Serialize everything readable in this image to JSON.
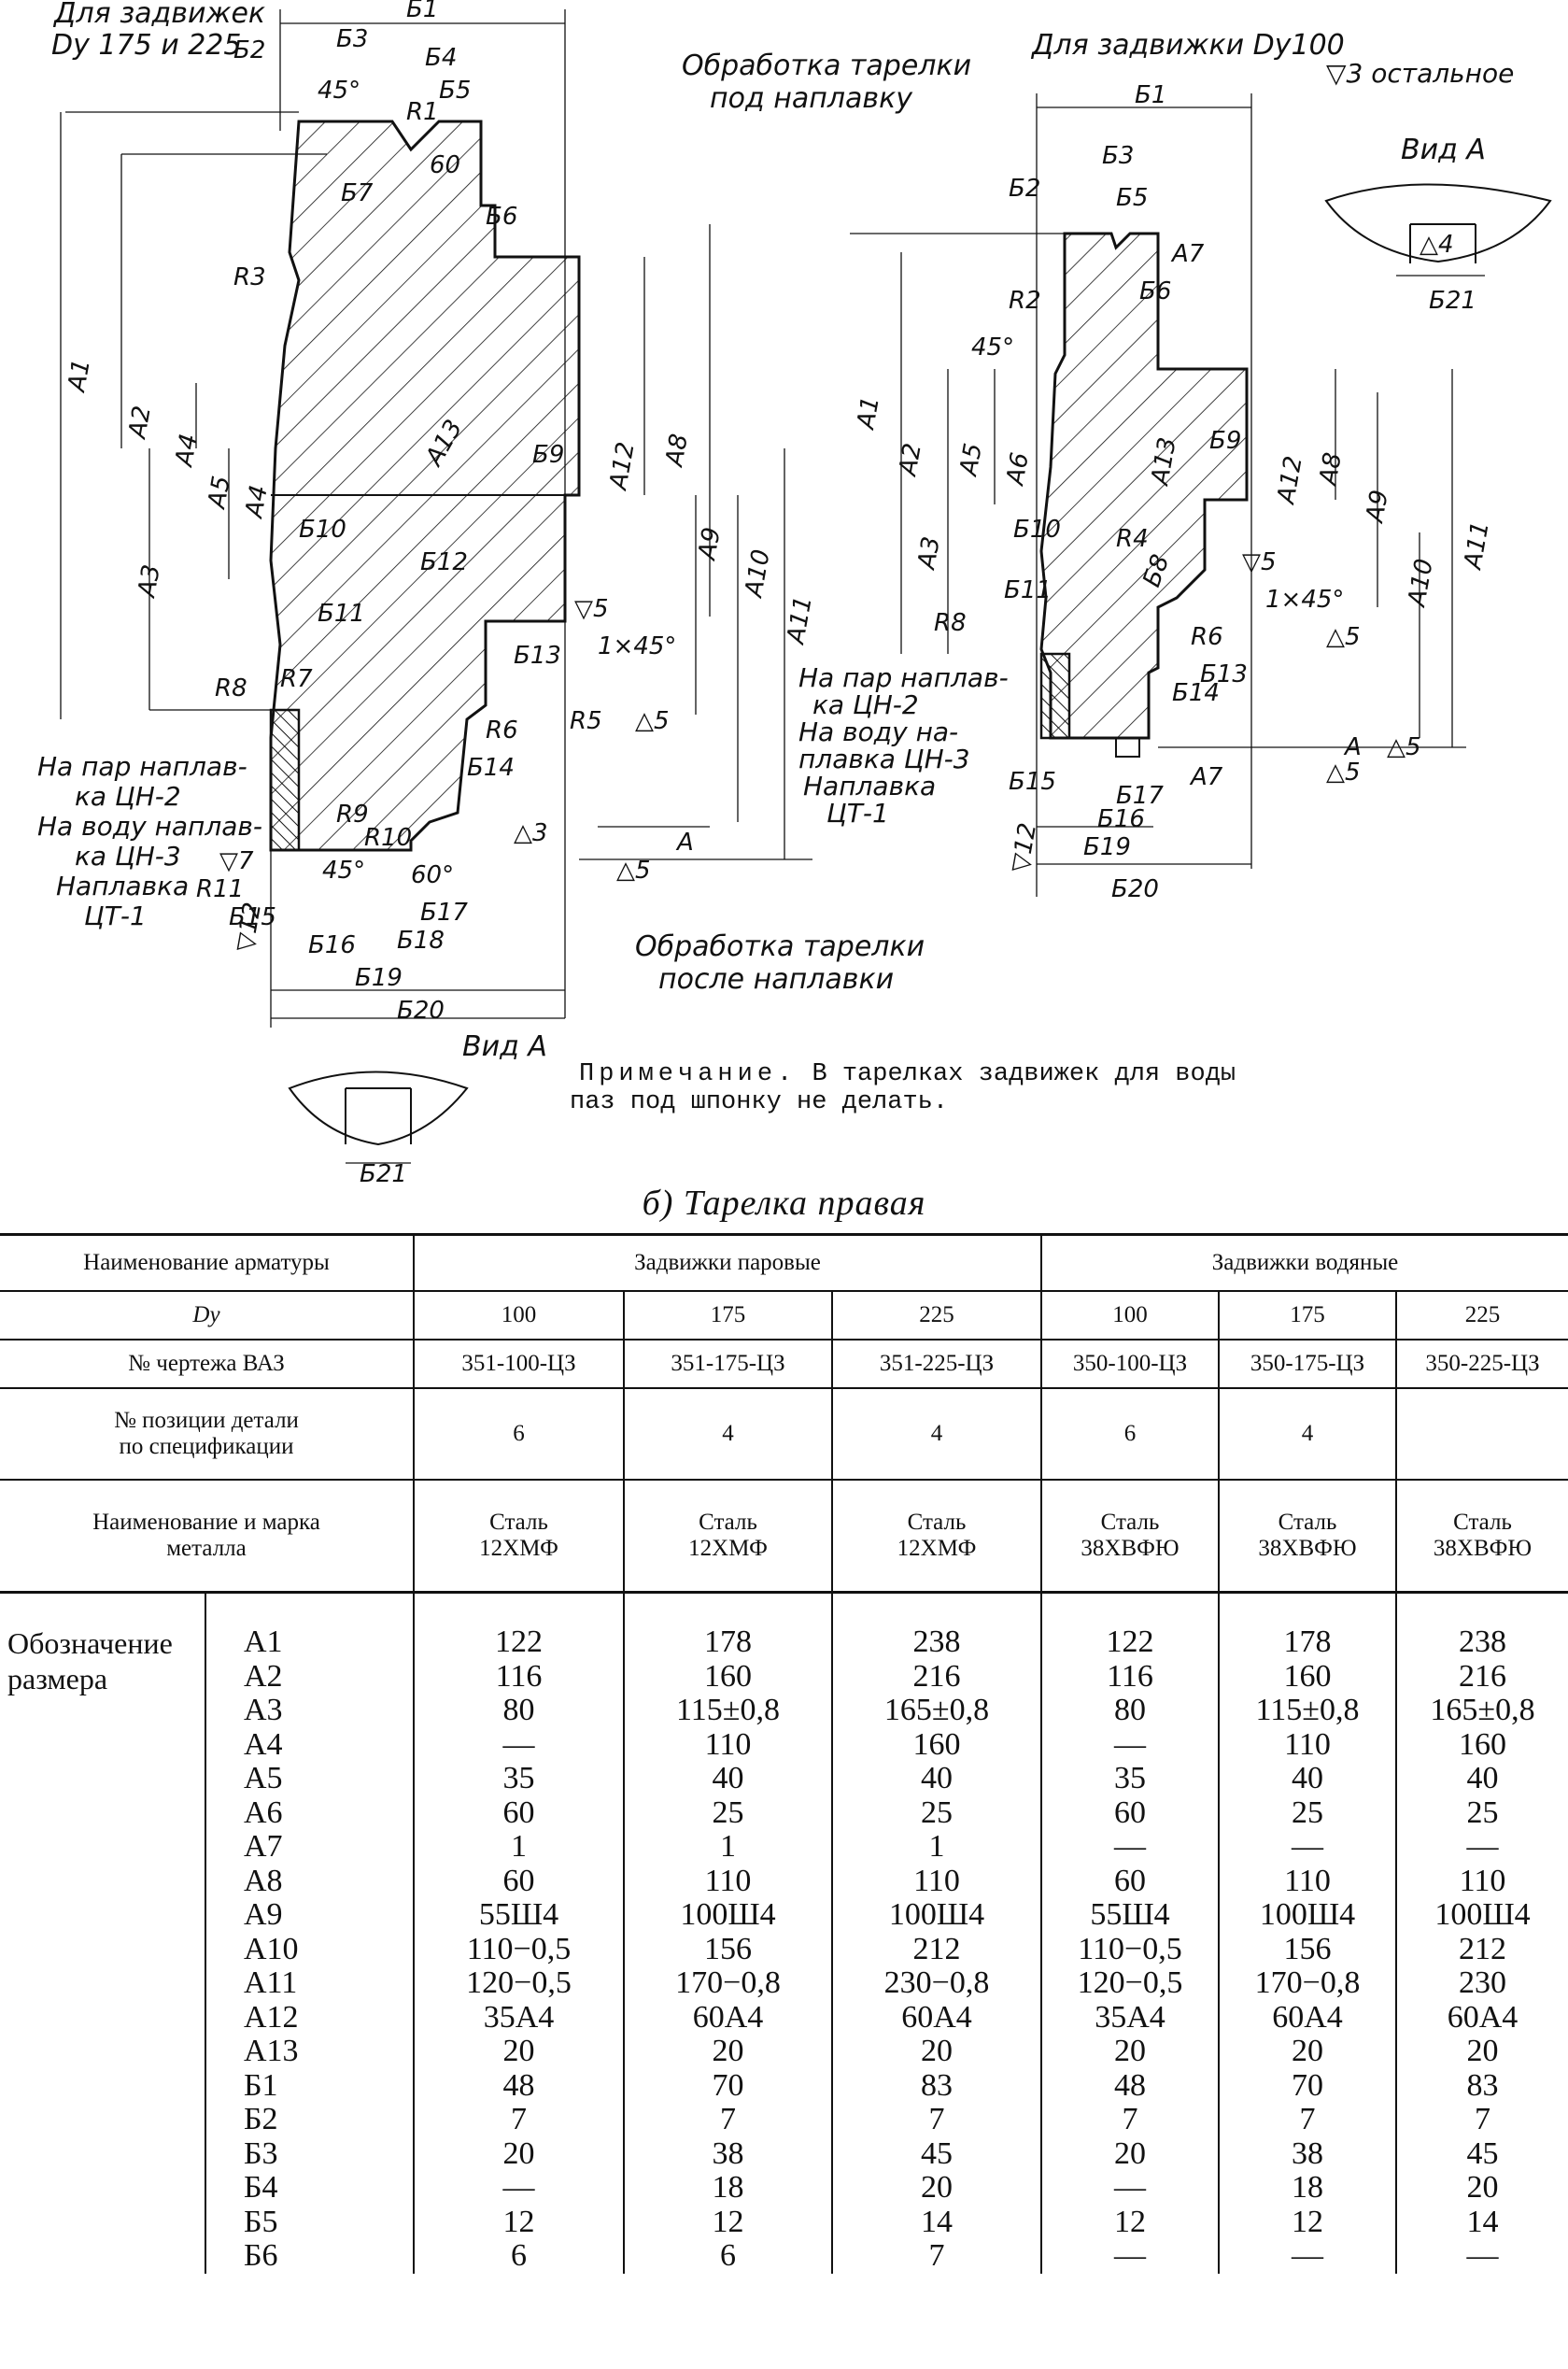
{
  "drawing": {
    "left_title": [
      "Для задвижек",
      "Dy 175 и 225"
    ],
    "right_title": "Для задвижки Dy100",
    "rest_finish": "▽3 остальное",
    "mid_title_top": [
      "Обработка тарелки",
      "под наплавку"
    ],
    "mid_title_bottom": [
      "Обработка тарелки",
      "после наплавки"
    ],
    "view_a": "Вид А",
    "weld_note_left": [
      "На пар наплав-",
      "ка ЦН-2",
      "На воду наплав-",
      "ка ЦН-3",
      "Наплавка",
      "ЦТ-1"
    ],
    "weld_note_right": [
      "На пар наплав-",
      "ка ЦН-2",
      "На воду на-",
      "плавка ЦН-3",
      "Наплавка",
      "ЦТ-1"
    ],
    "labels_left": [
      "Б1",
      "Б2",
      "Б3",
      "Б4",
      "Б5",
      "45°",
      "R1",
      "60",
      "Б7",
      "Б6",
      "R3",
      "А1",
      "А2",
      "А4",
      "А5",
      "А4",
      "Б10",
      "Б11",
      "R7",
      "R8",
      "А3",
      "А13",
      "Б9",
      "Б12",
      "А12",
      "А8",
      "А9",
      "А10",
      "А11",
      "Б13",
      "1×45°",
      "R6",
      "R5",
      "Б14",
      "R9",
      "R10",
      "60°",
      "45°",
      "R11",
      "Б15",
      "Б16",
      "Б17",
      "Б18",
      "Б19",
      "Б20",
      "Б21",
      "А"
    ],
    "labels_right": [
      "Б1",
      "Б2",
      "Б3",
      "Б5",
      "А7",
      "Б6",
      "R2",
      "45°",
      "А1",
      "А2",
      "А3",
      "А5",
      "А6",
      "А13",
      "Б9",
      "R4",
      "А12",
      "А8",
      "А9",
      "А10",
      "А11",
      "1×45°",
      "Б8",
      "Б13",
      "R6",
      "Б14",
      "R8",
      "Б11",
      "Б10",
      "Б15",
      "Б16",
      "Б17",
      "Б19",
      "Б20",
      "А7",
      "Б21",
      "А"
    ],
    "finish_marks": [
      "▽5",
      "△5",
      "△3",
      "▽7",
      "▽12",
      "△4"
    ]
  },
  "note": {
    "lead": "Примечание.",
    "text": "В тарелках задвижек для воды",
    "text2": "паз под шпонку не делать."
  },
  "caption": "б) Тарелка правая",
  "table": {
    "header_name": "Наименование арматуры",
    "group_steam": "Задвижки паровые",
    "group_water": "Задвижки водяные",
    "dy_label": "Dу",
    "dy": [
      "100",
      "175",
      "225",
      "100",
      "175",
      "225"
    ],
    "drawing_label": "№ чертежа ВАЗ",
    "drawings": [
      "351-100-ЦЗ",
      "351-175-ЦЗ",
      "351-225-ЦЗ",
      "350-100-ЦЗ",
      "350-175-ЦЗ",
      "350-225-ЦЗ"
    ],
    "position_label": [
      "№ позиции детали",
      "по спецификации"
    ],
    "positions": [
      "6",
      "4",
      "4",
      "6",
      "4",
      ""
    ],
    "material_label": [
      "Наименование и марка",
      "металла"
    ],
    "materials": [
      [
        "Сталь",
        "12ХМФ"
      ],
      [
        "Сталь",
        "12ХМФ"
      ],
      [
        "Сталь",
        "12ХМФ"
      ],
      [
        "Сталь",
        "38ХВФЮ"
      ],
      [
        "Сталь",
        "38ХВФЮ"
      ],
      [
        "Сталь",
        "38ХВФЮ"
      ]
    ],
    "designation_label": [
      "Обозначение",
      "размера"
    ],
    "symbols": [
      "А1",
      "А2",
      "А3",
      "А4",
      "А5",
      "А6",
      "А7",
      "А8",
      "А9",
      "А10",
      "А11",
      "А12",
      "А13",
      "Б1",
      "Б2",
      "Б3",
      "Б4",
      "Б5",
      "Б6"
    ],
    "columns": [
      [
        "122",
        "116",
        "80",
        "—",
        "35",
        "60",
        "1",
        "60",
        "55Ш4",
        "110−0,5",
        "120−0,5",
        "35А4",
        "20",
        "48",
        "7",
        "20",
        "—",
        "12",
        "6"
      ],
      [
        "178",
        "160",
        "115±0,8",
        "110",
        "40",
        "25",
        "1",
        "110",
        "100Ш4",
        "156",
        "170−0,8",
        "60А4",
        "20",
        "70",
        "7",
        "38",
        "18",
        "12",
        "6"
      ],
      [
        "238",
        "216",
        "165±0,8",
        "160",
        "40",
        "25",
        "1",
        "110",
        "100Ш4",
        "212",
        "230−0,8",
        "60А4",
        "20",
        "83",
        "7",
        "45",
        "20",
        "14",
        "7"
      ],
      [
        "122",
        "116",
        "80",
        "—",
        "35",
        "60",
        "—",
        "60",
        "55Ш4",
        "110−0,5",
        "120−0,5",
        "35А4",
        "20",
        "48",
        "7",
        "20",
        "—",
        "12",
        "—"
      ],
      [
        "178",
        "160",
        "115±0,8",
        "110",
        "40",
        "25",
        "—",
        "110",
        "100Ш4",
        "156",
        "170−0,8",
        "60А4",
        "20",
        "70",
        "7",
        "38",
        "18",
        "12",
        "—"
      ],
      [
        "238",
        "216",
        "165±0,8",
        "160",
        "40",
        "25",
        "—",
        "110",
        "100Ш4",
        "212",
        "230",
        "60А4",
        "20",
        "83",
        "7",
        "45",
        "20",
        "14",
        "—"
      ]
    ]
  }
}
